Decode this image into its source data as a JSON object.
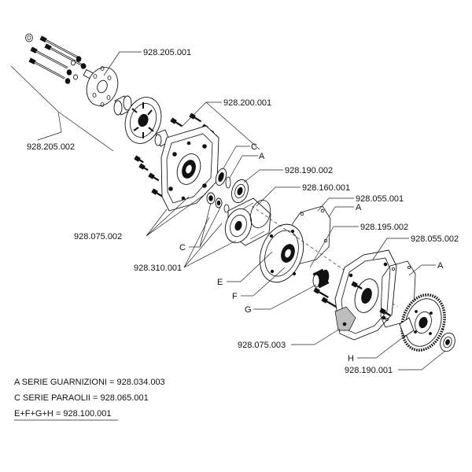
{
  "labels": {
    "p928_205_001": "928.205.001",
    "p928_205_002": "928.205.002",
    "p928_200_001": "928.200.001",
    "C1": "C",
    "A1": "A",
    "p928_190_002": "928.190.002",
    "p928_160_001": "928.160.001",
    "p928_055_001": "928.055.001",
    "A2": "A",
    "p928_075_002": "928.075.002",
    "C2": "C",
    "p928_195_002": "928.195.002",
    "p928_055_002": "928.055.002",
    "A3": "A",
    "p928_310_001": "928.310.001",
    "E": "E",
    "F": "F",
    "G": "G",
    "p928_075_003": "928.075.003",
    "H": "H",
    "p928_190_001": "928.190.001"
  },
  "legend": {
    "line_a": "A  SERIE GUARNIZIONI = 928.034.003",
    "line_c": "C  SERIE PARAOLII = 928.065.001",
    "line_efgh": "E+F+G+H = 928.100.001"
  }
}
